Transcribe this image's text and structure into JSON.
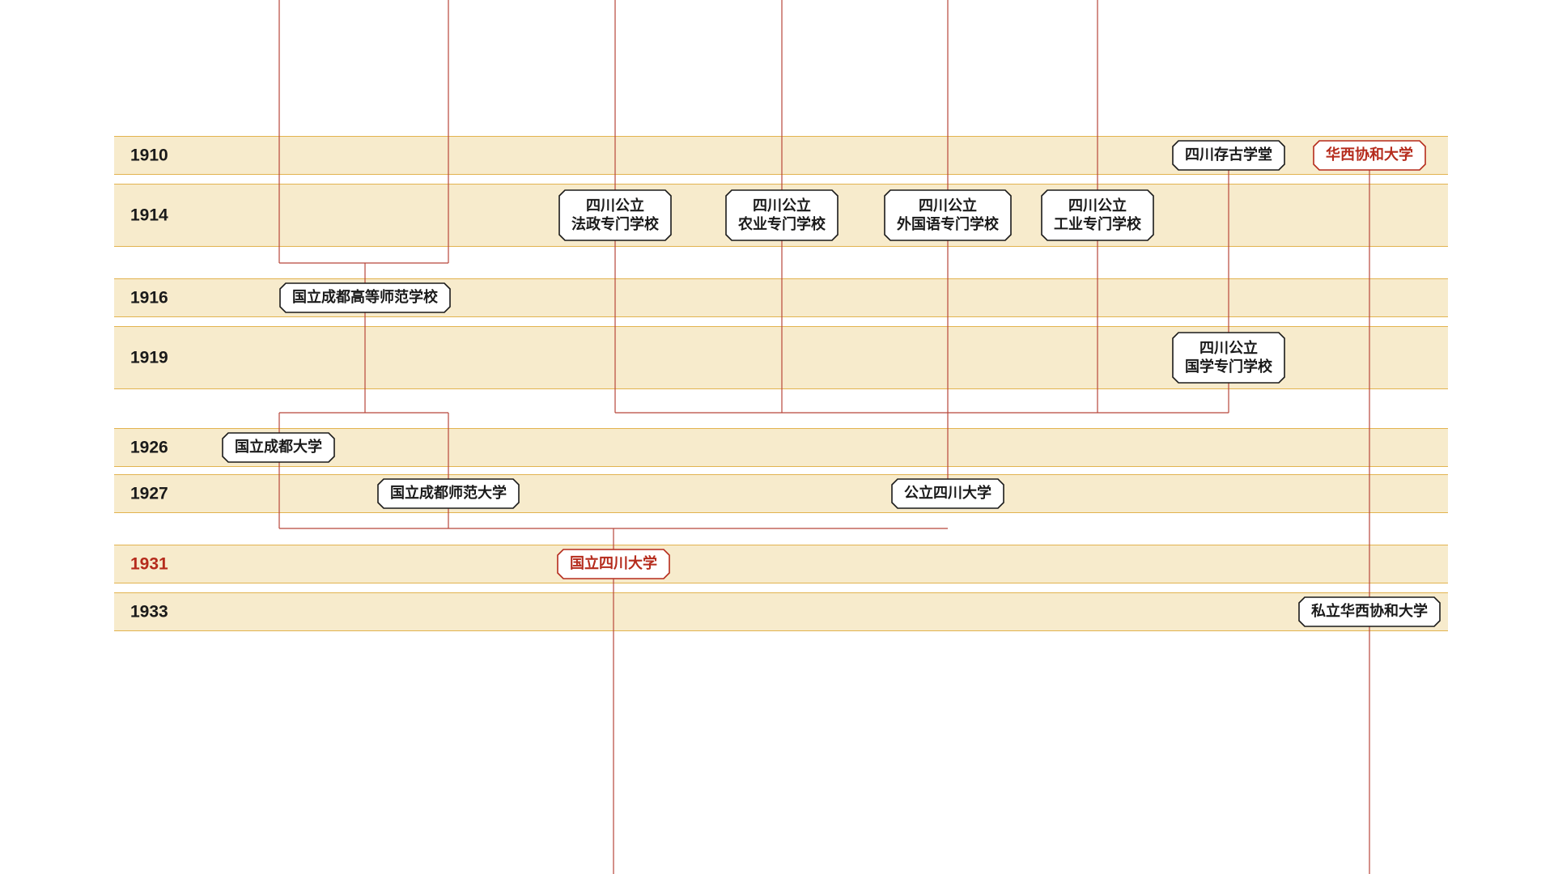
{
  "years": [
    {
      "id": "y1910",
      "label": "1910",
      "highlight": false
    },
    {
      "id": "y1914",
      "label": "1914",
      "highlight": false
    },
    {
      "id": "y1916",
      "label": "1916",
      "highlight": false
    },
    {
      "id": "y1919",
      "label": "1919",
      "highlight": false
    },
    {
      "id": "y1926",
      "label": "1926",
      "highlight": false
    },
    {
      "id": "y1927",
      "label": "1927",
      "highlight": false
    },
    {
      "id": "y1931",
      "label": "1931",
      "highlight": true
    },
    {
      "id": "y1933",
      "label": "1933",
      "highlight": false
    }
  ],
  "institutions": [
    {
      "id": "cunggu",
      "lines": [
        "四川存古学堂"
      ],
      "year": "1910",
      "highlight": false
    },
    {
      "id": "huaxi-union",
      "lines": [
        "华西协和大学"
      ],
      "year": "1910",
      "highlight": true
    },
    {
      "id": "fazheng",
      "lines": [
        "四川公立",
        "法政专门学校"
      ],
      "year": "1914",
      "highlight": false
    },
    {
      "id": "nongye",
      "lines": [
        "四川公立",
        "农业专门学校"
      ],
      "year": "1914",
      "highlight": false
    },
    {
      "id": "waiguoyu",
      "lines": [
        "四川公立",
        "外国语专门学校"
      ],
      "year": "1914",
      "highlight": false
    },
    {
      "id": "gongye",
      "lines": [
        "四川公立",
        "工业专门学校"
      ],
      "year": "1914",
      "highlight": false
    },
    {
      "id": "gaodeng-shifan",
      "lines": [
        "国立成都高等师范学校"
      ],
      "year": "1916",
      "highlight": false
    },
    {
      "id": "guoxue",
      "lines": [
        "四川公立",
        "国学专门学校"
      ],
      "year": "1919",
      "highlight": false
    },
    {
      "id": "chengdu-daxue",
      "lines": [
        "国立成都大学"
      ],
      "year": "1926",
      "highlight": false
    },
    {
      "id": "chengdu-shifan",
      "lines": [
        "国立成都师范大学"
      ],
      "year": "1927",
      "highlight": false
    },
    {
      "id": "gongli-sichuan",
      "lines": [
        "公立四川大学"
      ],
      "year": "1927",
      "highlight": false
    },
    {
      "id": "sichuan-daxue",
      "lines": [
        "国立四川大学"
      ],
      "year": "1931",
      "highlight": true
    },
    {
      "id": "sili-huaxi",
      "lines": [
        "私立华西协和大学"
      ],
      "year": "1933",
      "highlight": false
    }
  ],
  "colors": {
    "band_fill": "#f7ebcc",
    "band_border": "#e2b34f",
    "connector": "#b8463b",
    "highlight": "#b52b1c",
    "text": "#1a1a1a"
  }
}
